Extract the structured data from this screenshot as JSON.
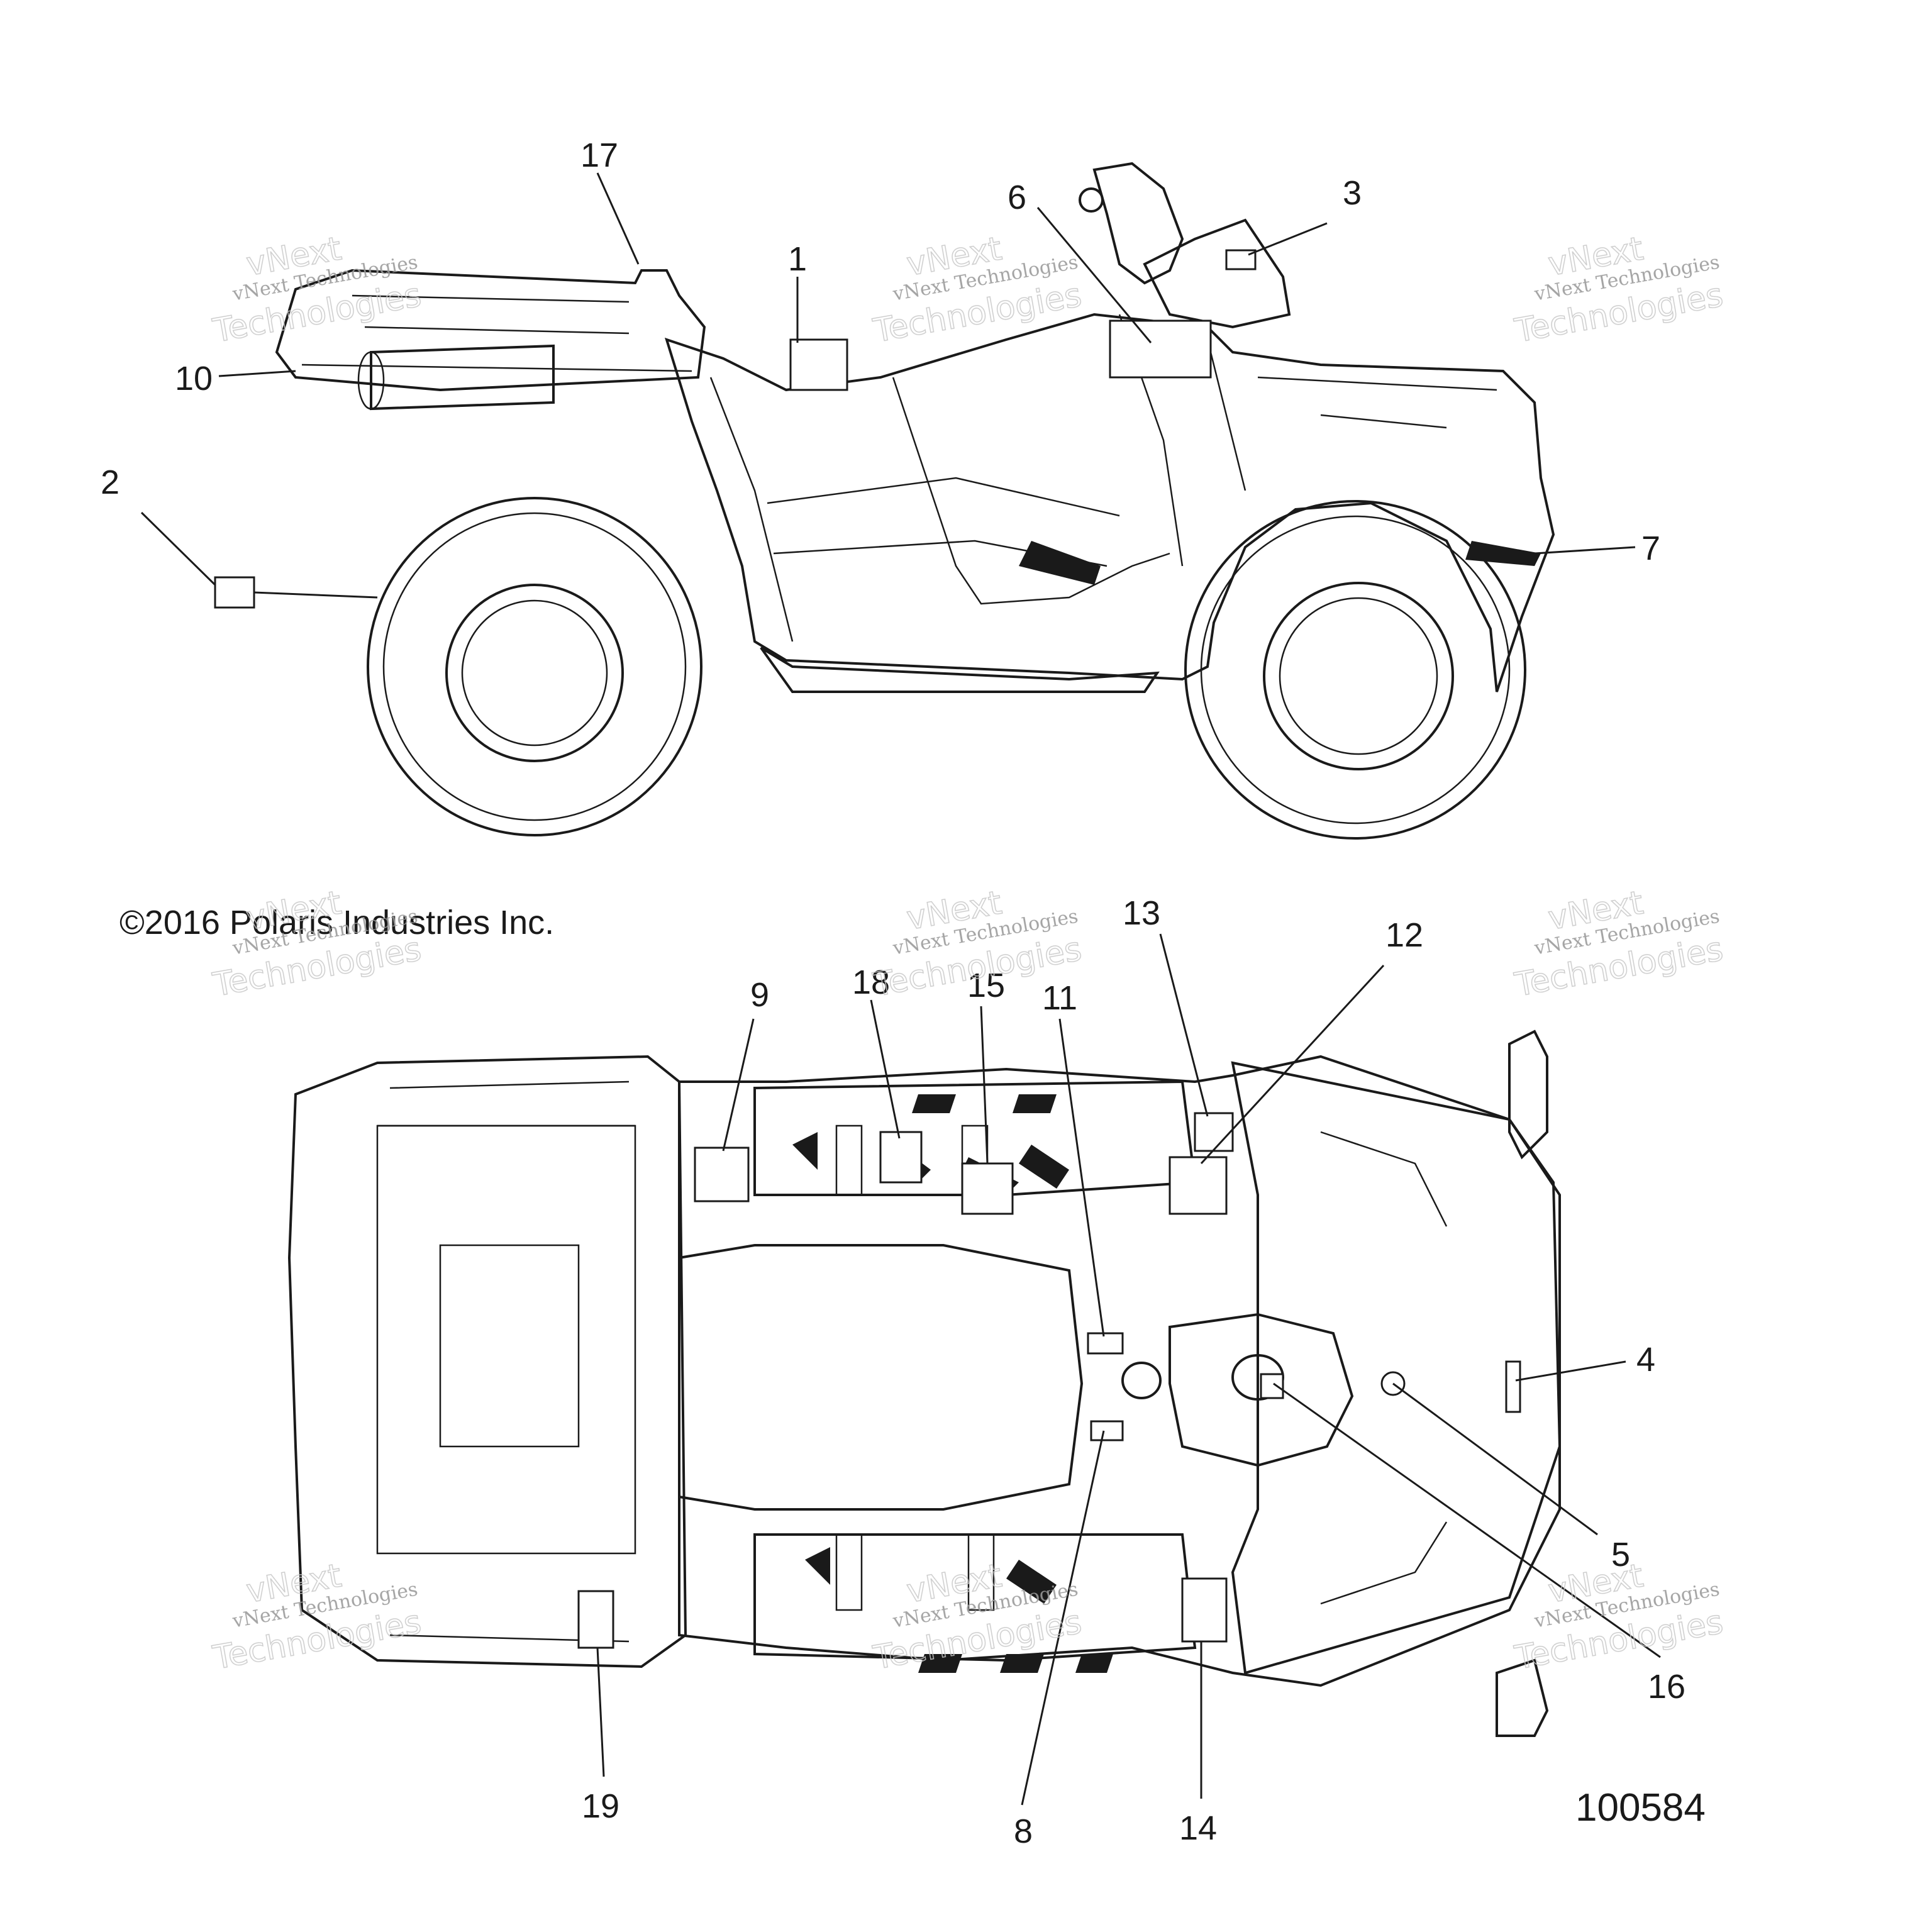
{
  "copyright": "©2016 Polaris Industries Inc.",
  "drawing_number": "100584",
  "watermark": {
    "line1": "vNext",
    "line2": "vNext Technologies",
    "line3": "Technologies"
  },
  "callouts": {
    "c1": "1",
    "c2": "2",
    "c3": "3",
    "c4": "4",
    "c5": "5",
    "c6": "6",
    "c7": "7",
    "c8": "8",
    "c9": "9",
    "c10": "10",
    "c11": "11",
    "c12": "12",
    "c13": "13",
    "c14": "14",
    "c15": "15",
    "c16": "16",
    "c17": "17",
    "c18": "18",
    "c19": "19"
  }
}
